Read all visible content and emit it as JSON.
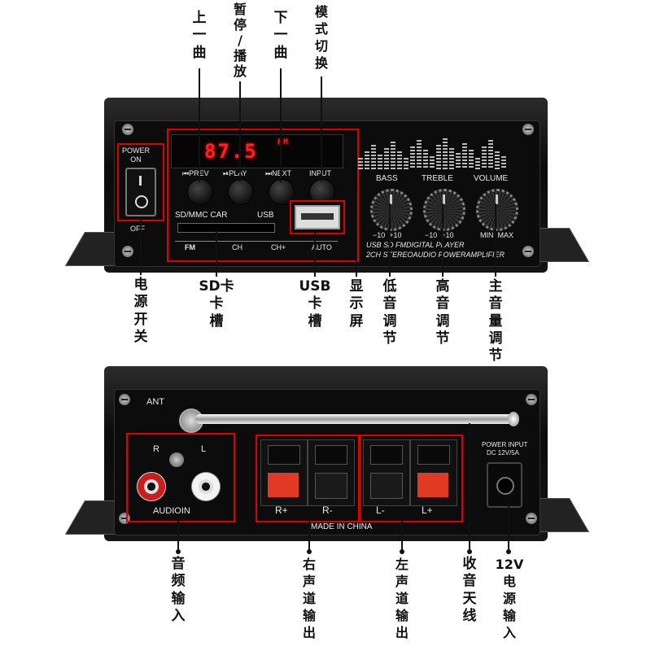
{
  "front": {
    "power_label_top": "POWER\nON",
    "power_label_bottom": "OFF",
    "display_digits": "87.5",
    "display_unit": "FM",
    "buttons": [
      "⏮PREV",
      "⏯PLAY",
      "⏭NEXT",
      "INPUT"
    ],
    "sd_slot_label": "SD/MMC CAR",
    "usb_label": "USB",
    "mode_labels": [
      "FM",
      "CH",
      "CH+",
      "AUTO"
    ],
    "knobs": [
      {
        "label": "BASS",
        "range": "−10  +10"
      },
      {
        "label": "TREBLE",
        "range": "−10  +10"
      },
      {
        "label": "VOLUME",
        "range": "MIN  MAX"
      }
    ],
    "brand_line1": "USB SD FMDIGITAL PLAYER",
    "brand_line2": "2CH STEREOAUDIO POWERAMPLIFIER"
  },
  "front_callouts": [
    "上\n一\n曲",
    "暂\n停\n/\n播\n放",
    "下\n一\n曲",
    "模\n式\n切\n换",
    "电\n源\n开\n关",
    "SD卡\n卡\n槽",
    "USB\n卡\n槽",
    "显\n示\n屏",
    "低\n音\n调\n节",
    "高\n音\n调\n节",
    "主\n音\n量\n调\n节"
  ],
  "rear": {
    "ant_label": "ANT",
    "audio_r": "R",
    "audio_l": "L",
    "audio_in_label": "AUDIOIN",
    "speaker_labels": [
      "R+",
      "R-",
      "L-",
      "L+"
    ],
    "made_in": "MADE IN CHINA",
    "power_input_line1": "POWER INPUT",
    "power_input_line2": "DC 12V/5A"
  },
  "rear_callouts": [
    "音\n频\n输\n入",
    "右\n声\n道\n输\n出",
    "左\n声\n道\n输\n出",
    "收\n音\n天\n线",
    "12V\n电\n源\n输\n入"
  ],
  "colors": {
    "callout_box": "#e00000",
    "display_red": "#ff2020",
    "rca_red": "#c81e1e",
    "terminal_red": "#e03a24"
  }
}
